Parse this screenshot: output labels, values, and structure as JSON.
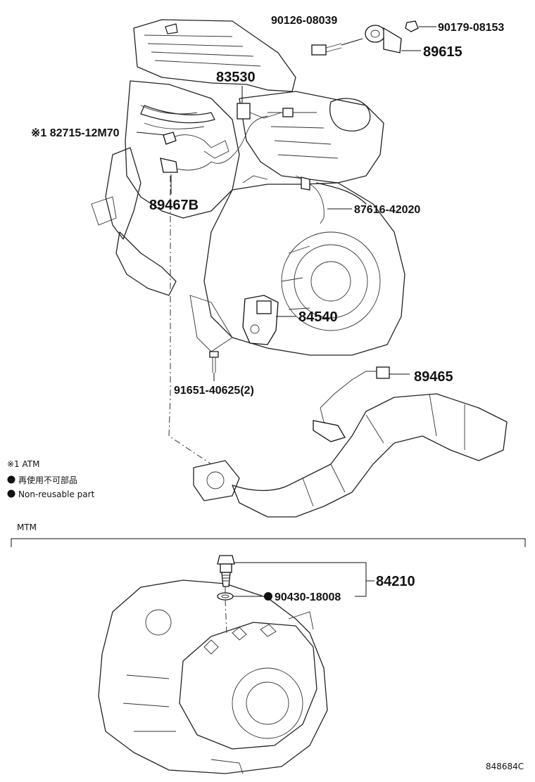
{
  "labels": {
    "p90126": "90126-08039",
    "p90179": "90179-08153",
    "p89615": "89615",
    "p83530": "83530",
    "p82715": "※1 82715-12M70",
    "p89467b": "89467B",
    "p87616": "87616-42020",
    "p84540": "84540",
    "p89465": "89465",
    "p91651": "91651-40625(2)",
    "p84210": "84210",
    "p90430": "90430-18008"
  },
  "legend": {
    "note1": "※1 ATM",
    "jp": "再使用不可部品",
    "en": "Non-reusable part"
  },
  "section": {
    "mtm": "MTM"
  },
  "diagram_code": "848684C",
  "colors": {
    "line": "#222222",
    "background": "#ffffff"
  }
}
